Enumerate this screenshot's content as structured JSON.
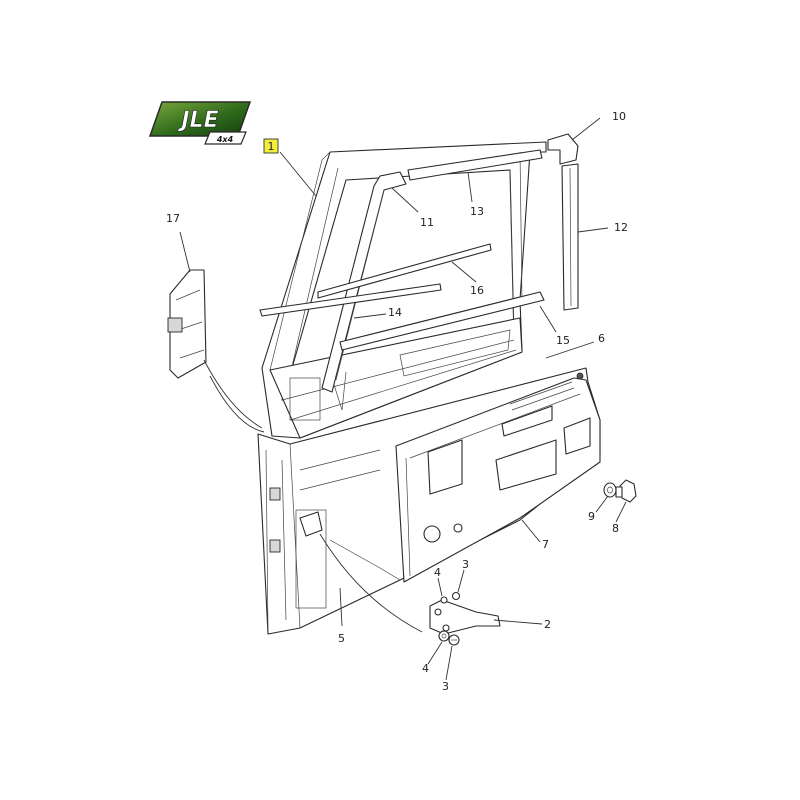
{
  "logo": {
    "text": "JLE",
    "sub": "4x4",
    "colors": {
      "green_dark": "#1e4a14",
      "green_light": "#6a9a2e",
      "border": "#2a2a2a"
    }
  },
  "highlight": {
    "label": "1",
    "color": "#f4ee3a"
  },
  "callouts": {
    "c2": "2",
    "c3a": "3",
    "c3b": "3",
    "c4a": "4",
    "c4b": "4",
    "c5": "5",
    "c6": "6",
    "c7": "7",
    "c8": "8",
    "c9": "9",
    "c10": "10",
    "c11": "11",
    "c12": "12",
    "c13": "13",
    "c14": "14",
    "c15": "15",
    "c16": "16",
    "c17": "17"
  }
}
